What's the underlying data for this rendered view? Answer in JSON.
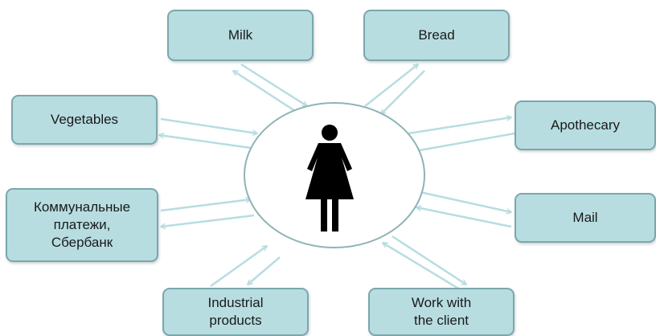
{
  "nodes": {
    "milk": "Milk",
    "bread": "Bread",
    "vegetables": "Vegetables",
    "apothecary": "Apothecary",
    "communal": "Коммунальные\nплатежи,\nСбербанк",
    "mail": "Mail",
    "industrial": "Industrial\nproducts",
    "work": "Work with\nthe client"
  },
  "colors": {
    "node_fill": "#b7dde1",
    "node_border": "#7aa7ad",
    "arrow": "#b7dde1",
    "center_fill": "#ffffff",
    "center_border": "#8fb3b6",
    "figure": "#000000"
  },
  "center": {
    "figure_icon": "woman-figure-icon"
  }
}
